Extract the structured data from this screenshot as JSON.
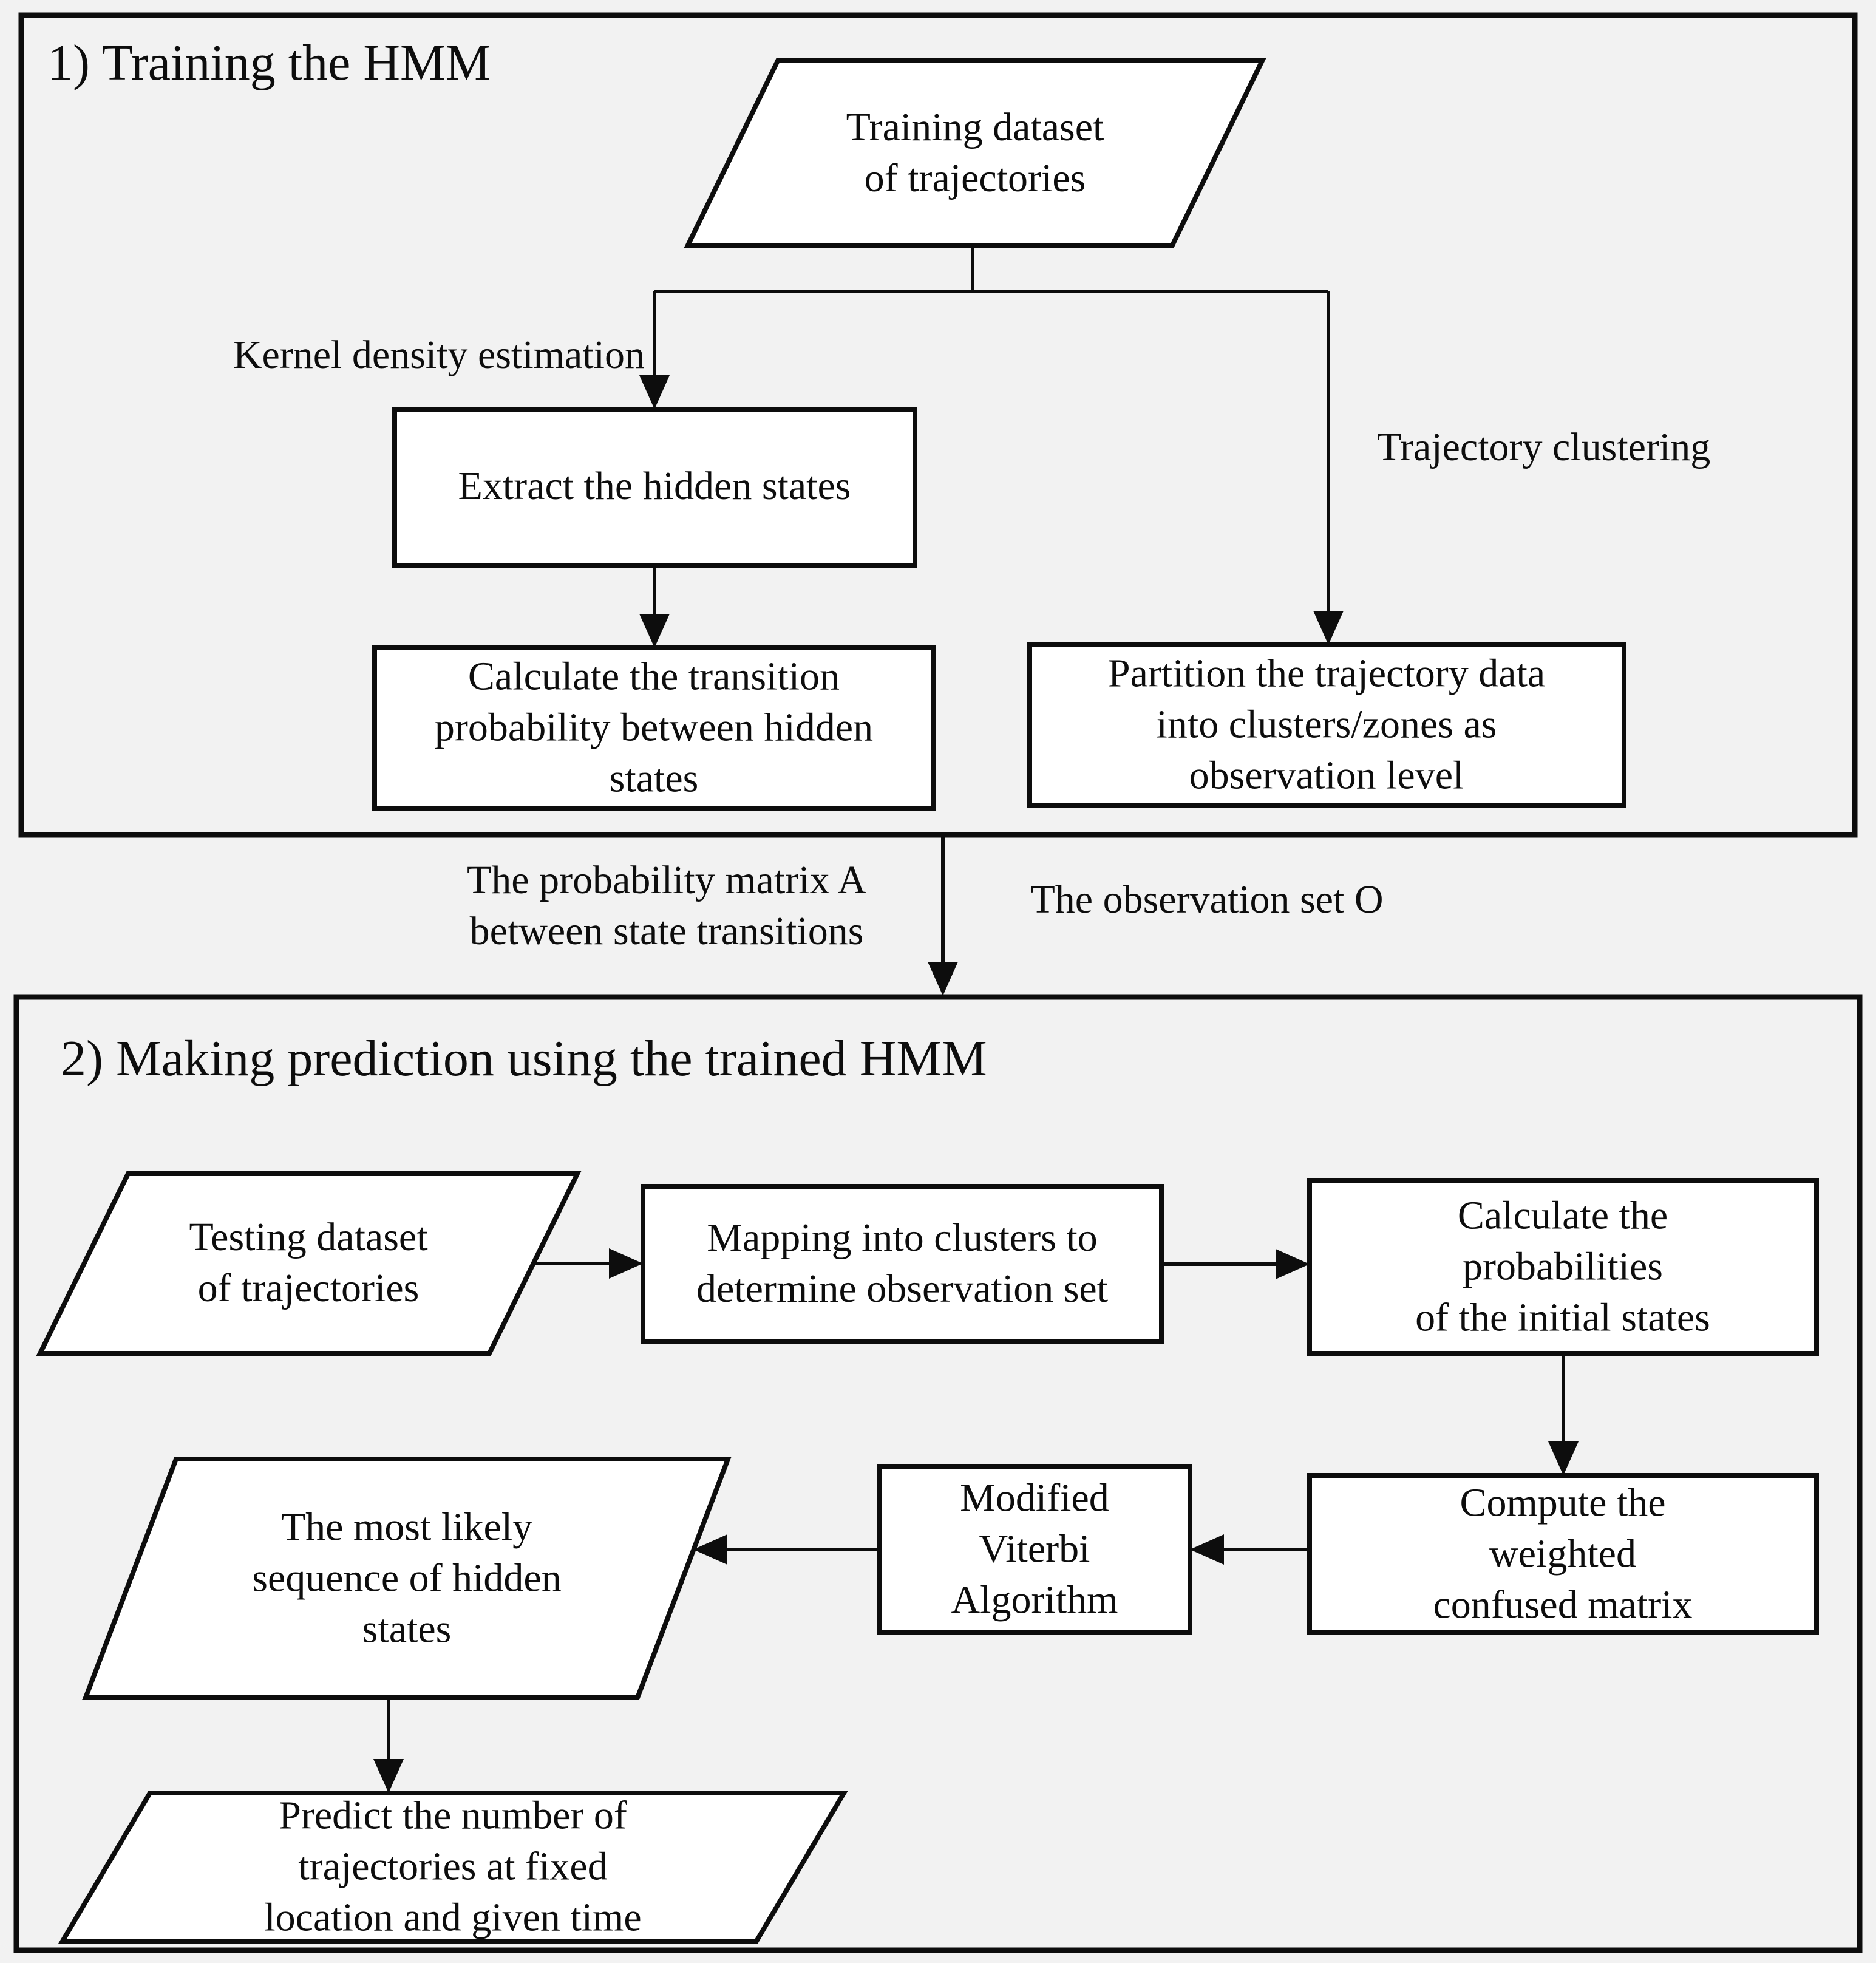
{
  "diagram": {
    "background": "#f2f2f2",
    "node_fill": "#ffffff",
    "stroke": "#0d0d0d"
  },
  "section1": {
    "title": "1) Training the HMM",
    "nodes": {
      "training_dataset": "Training dataset\nof trajectories",
      "extract_hidden": "Extract the hidden states",
      "calc_transition": "Calculate the transition\nprobability between hidden\nstates",
      "partition": "Partition the trajectory data\ninto clusters/zones as\nobservation level"
    },
    "edge_labels": {
      "kernel_density": "Kernel density estimation",
      "trajectory_clustering": "Trajectory clustering"
    }
  },
  "between_sections": {
    "matrix_label": "The probability matrix A\nbetween state transitions",
    "observation_label": "The observation set O"
  },
  "section2": {
    "title": "2) Making prediction using the trained HMM",
    "nodes": {
      "testing_dataset": "Testing dataset\nof trajectories",
      "mapping": "Mapping into clusters to\ndetermine observation set",
      "calc_initial": "Calculate the probabilities\nof the initial states",
      "compute_weighted": "Compute the weighted\nconfused matrix",
      "viterbi": "Modified\nViterbi\nAlgorithm",
      "most_likely": "The most likely\nsequence of hidden\nstates",
      "predict": "Predict the number of\ntrajectories at fixed\nlocation and given time"
    }
  }
}
